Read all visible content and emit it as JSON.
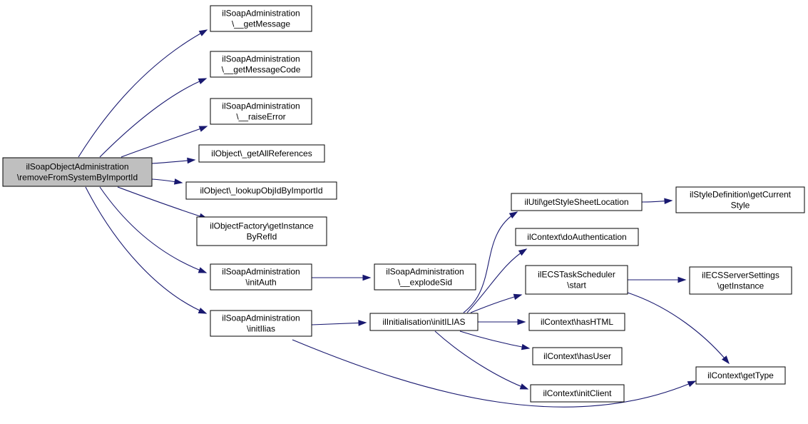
{
  "graph": {
    "edge_color": "#191970",
    "root_fill": "#bfbfbf",
    "node_fill": "#ffffff",
    "nodes": [
      {
        "id": "root",
        "lines": [
          "ilSoapObjectAdministration",
          "\\removeFromSystemByImportId"
        ],
        "root": true
      },
      {
        "id": "getMessage",
        "lines": [
          "ilSoapAdministration",
          "\\__getMessage"
        ]
      },
      {
        "id": "getMessageCode",
        "lines": [
          "ilSoapAdministration",
          "\\__getMessageCode"
        ]
      },
      {
        "id": "raiseError",
        "lines": [
          "ilSoapAdministration",
          "\\__raiseError"
        ]
      },
      {
        "id": "getAllReferences",
        "lines": [
          "ilObject\\_getAllReferences"
        ]
      },
      {
        "id": "lookupObjId",
        "lines": [
          "ilObject\\_lookupObjIdByImportId"
        ]
      },
      {
        "id": "getInstanceByRefId",
        "lines": [
          "ilObjectFactory\\getInstance",
          "ByRefId"
        ]
      },
      {
        "id": "initAuth",
        "lines": [
          "ilSoapAdministration",
          "\\initAuth"
        ]
      },
      {
        "id": "initIlias",
        "lines": [
          "ilSoapAdministration",
          "\\initIlias"
        ]
      },
      {
        "id": "explodeSid",
        "lines": [
          "ilSoapAdministration",
          "\\__explodeSid"
        ]
      },
      {
        "id": "initILIAS",
        "lines": [
          "ilInitialisation\\initILIAS"
        ]
      },
      {
        "id": "getStyleSheetLocation",
        "lines": [
          "ilUtil\\getStyleSheetLocation"
        ]
      },
      {
        "id": "doAuthentication",
        "lines": [
          "ilContext\\doAuthentication"
        ]
      },
      {
        "id": "ecsStart",
        "lines": [
          "ilECSTaskScheduler",
          "\\start"
        ]
      },
      {
        "id": "hasHTML",
        "lines": [
          "ilContext\\hasHTML"
        ]
      },
      {
        "id": "hasUser",
        "lines": [
          "ilContext\\hasUser"
        ]
      },
      {
        "id": "initClient",
        "lines": [
          "ilContext\\initClient"
        ]
      },
      {
        "id": "getCurrentStyle",
        "lines": [
          "ilStyleDefinition\\getCurrent",
          "Style"
        ]
      },
      {
        "id": "ecsServerSettings",
        "lines": [
          "ilECSServerSettings",
          "\\getInstance"
        ]
      },
      {
        "id": "getType",
        "lines": [
          "ilContext\\getType"
        ]
      }
    ],
    "edges": [
      [
        "root",
        "getMessage"
      ],
      [
        "root",
        "getMessageCode"
      ],
      [
        "root",
        "raiseError"
      ],
      [
        "root",
        "getAllReferences"
      ],
      [
        "root",
        "lookupObjId"
      ],
      [
        "root",
        "getInstanceByRefId"
      ],
      [
        "root",
        "initAuth"
      ],
      [
        "root",
        "initIlias"
      ],
      [
        "initAuth",
        "explodeSid"
      ],
      [
        "initIlias",
        "initILIAS"
      ],
      [
        "initIlias",
        "getType"
      ],
      [
        "initILIAS",
        "getStyleSheetLocation"
      ],
      [
        "initILIAS",
        "doAuthentication"
      ],
      [
        "initILIAS",
        "ecsStart"
      ],
      [
        "initILIAS",
        "hasHTML"
      ],
      [
        "initILIAS",
        "hasUser"
      ],
      [
        "initILIAS",
        "initClient"
      ],
      [
        "getStyleSheetLocation",
        "getCurrentStyle"
      ],
      [
        "ecsStart",
        "ecsServerSettings"
      ],
      [
        "ecsStart",
        "getType"
      ]
    ]
  }
}
